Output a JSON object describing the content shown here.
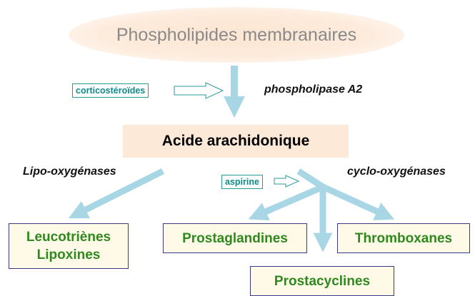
{
  "nodes": {
    "phospholipides": "Phospholipides membranaires",
    "acide": "Acide arachidonique",
    "leucotrienes_line1": "Leucotriènes",
    "leucotrienes_line2": "Lipoxines",
    "prostaglandines": "Prostaglandines",
    "thromboxanes": "Thromboxanes",
    "prostacyclines": "Prostacyclines"
  },
  "enzymes": {
    "phospholipase": "phospholipase A2",
    "lipo": "Lipo-oxygénases",
    "cyclo": "cyclo-oxygénases"
  },
  "inhibitors": {
    "corticosteroides": "corticostéroïdes",
    "aspirine": "aspirine"
  },
  "colors": {
    "arrow": "#a9d6e5",
    "inhibitor_border": "#2a9a9a",
    "product_text": "#2e8a1e",
    "product_border": "#3a3a8a",
    "product_fill": "#fff9e8",
    "highlight_fill": "#fde9d8"
  }
}
